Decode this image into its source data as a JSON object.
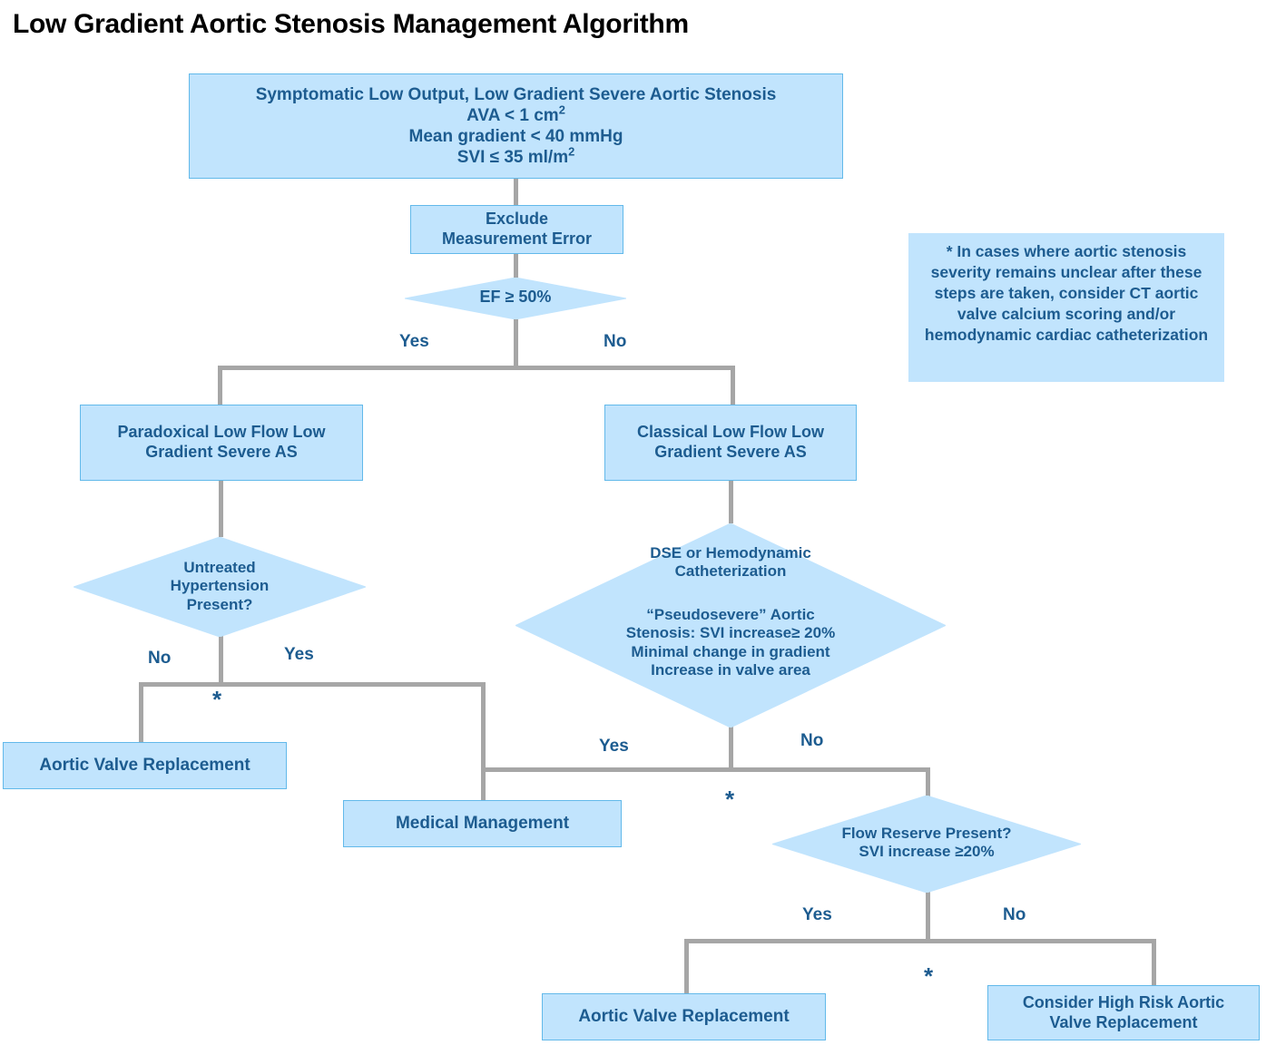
{
  "title": "Low Gradient Aortic Stenosis Management Algorithm",
  "colors": {
    "node_fill": "#c1e4fd",
    "node_border": "#62b9ea",
    "text": "#1d5c90",
    "connector": "#a6a6a6",
    "title": "#000000"
  },
  "nodes": {
    "start": {
      "line1": "Symptomatic  Low Output, Low Gradient Severe Aortic Stenosis",
      "line2_prefix": "AVA < 1 cm",
      "line2_sup": "2",
      "line3": "Mean gradient < 40 mmHg",
      "line4_prefix": "SVI ≤ 35 ml/m",
      "line4_sup": "2"
    },
    "exclude_error": {
      "line1": "Exclude",
      "line2": "Measurement Error"
    },
    "ef_decision": {
      "line1": "EF ≥ 50%"
    },
    "paradoxical": {
      "line1": "Paradoxical Low Flow Low",
      "line2": "Gradient Severe AS"
    },
    "classical": {
      "line1": "Classical Low Flow Low",
      "line2": "Gradient Severe AS"
    },
    "hypertension_decision": {
      "line1": "Untreated",
      "line2": "Hypertension",
      "line3": "Present?"
    },
    "dse_decision": {
      "line1": "DSE or Hemodynamic",
      "line2": "Catheterization",
      "line3": "“Pseudosevere” Aortic",
      "line4": "Stenosis:  SVI increase≥ 20%",
      "line5": "Minimal change in gradient",
      "line6": "Increase in valve area"
    },
    "flow_reserve_decision": {
      "line1": "Flow Reserve Present?",
      "line2": "SVI increase ≥20%"
    },
    "avr_left": {
      "line1": "Aortic Valve Replacement"
    },
    "medical_management": {
      "line1": "Medical Management"
    },
    "avr_bottom": {
      "line1": "Aortic Valve Replacement"
    },
    "high_risk_avr": {
      "line1": "Consider High Risk Aortic",
      "line2": "Valve Replacement"
    }
  },
  "edge_labels": {
    "ef_yes": "Yes",
    "ef_no": "No",
    "htn_no": "No",
    "htn_yes": "Yes",
    "dse_yes": "Yes",
    "dse_no": "No",
    "flow_yes": "Yes",
    "flow_no": "No",
    "star_htn": "*",
    "star_dse": "*",
    "star_flow": "*"
  },
  "note": {
    "text": "* In cases where aortic stenosis severity remains unclear after these steps are taken, consider CT aortic valve calcium scoring and/or hemodynamic cardiac catheterization"
  }
}
